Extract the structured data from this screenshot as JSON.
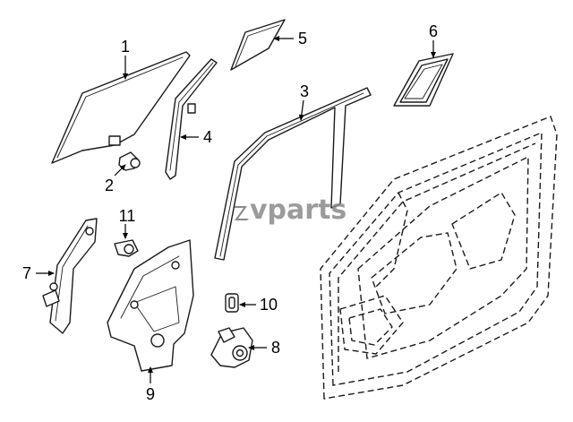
{
  "watermark": "vparts",
  "callouts": [
    {
      "id": "1",
      "label": "1"
    },
    {
      "id": "2",
      "label": "2"
    },
    {
      "id": "3",
      "label": "3"
    },
    {
      "id": "4",
      "label": "4"
    },
    {
      "id": "5",
      "label": "5"
    },
    {
      "id": "6",
      "label": "6"
    },
    {
      "id": "7",
      "label": "7"
    },
    {
      "id": "8",
      "label": "8"
    },
    {
      "id": "9",
      "label": "9"
    },
    {
      "id": "10",
      "label": "10"
    },
    {
      "id": "11",
      "label": "11"
    }
  ]
}
